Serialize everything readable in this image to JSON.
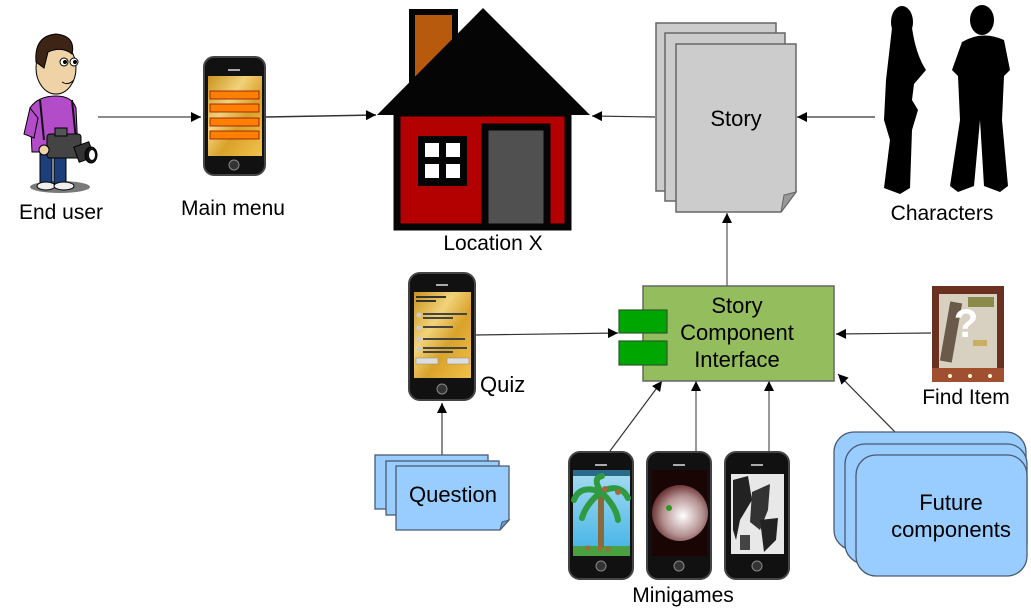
{
  "diagram": {
    "title": "",
    "colors": {
      "house_wall": "#b30000",
      "house_roof": "#050505",
      "chimney": "#b85a0d",
      "door": "#505050",
      "story_page": "#cccccc",
      "interface_box": "#94bd5e",
      "interface_ports": "#00a600",
      "blue_shapes": "#99ccff",
      "character_silhouette": "#000000",
      "shirt": "#b24cc8"
    },
    "nodes": {
      "end_user": {
        "label": "End user",
        "icon": "person-with-camera-icon"
      },
      "main_menu": {
        "label": "Main menu",
        "icon": "smartphone-menu-icon"
      },
      "location": {
        "label": "Location X",
        "icon": "house-icon"
      },
      "story": {
        "label": "Story",
        "shape": "stacked-documents"
      },
      "characters": {
        "label": "Characters",
        "icon": "people-silhouette-icon"
      },
      "quiz": {
        "label": "Quiz",
        "icon": "smartphone-quiz-icon"
      },
      "question": {
        "label": "Question",
        "shape": "stacked-notes"
      },
      "interface": {
        "label_line1": "Story",
        "label_line2": "Component",
        "label_line3": "Interface",
        "shape": "uml-component"
      },
      "find_item": {
        "label": "Find Item",
        "icon": "photo-question-mark-icon",
        "glyph": "?"
      },
      "future": {
        "label_line1": "Future",
        "label_line2": "components",
        "shape": "stacked-rounded-rects"
      },
      "minigames": {
        "label": "Minigames",
        "icons": [
          "palm-tree-game-icon",
          "sphere-game-icon",
          "puzzle-image-game-icon"
        ]
      }
    },
    "edges": [
      {
        "from": "End user",
        "to": "Main menu"
      },
      {
        "from": "Main menu",
        "to": "Location X"
      },
      {
        "from": "Story",
        "to": "Location X"
      },
      {
        "from": "Characters",
        "to": "Story"
      },
      {
        "from": "Story Component Interface",
        "to": "Story"
      },
      {
        "from": "Quiz",
        "to": "Story Component Interface"
      },
      {
        "from": "Question",
        "to": "Quiz"
      },
      {
        "from": "Find Item",
        "to": "Story Component Interface"
      },
      {
        "from": "Minigames",
        "to": "Story Component Interface"
      },
      {
        "from": "Future components",
        "to": "Story Component Interface"
      }
    ]
  }
}
